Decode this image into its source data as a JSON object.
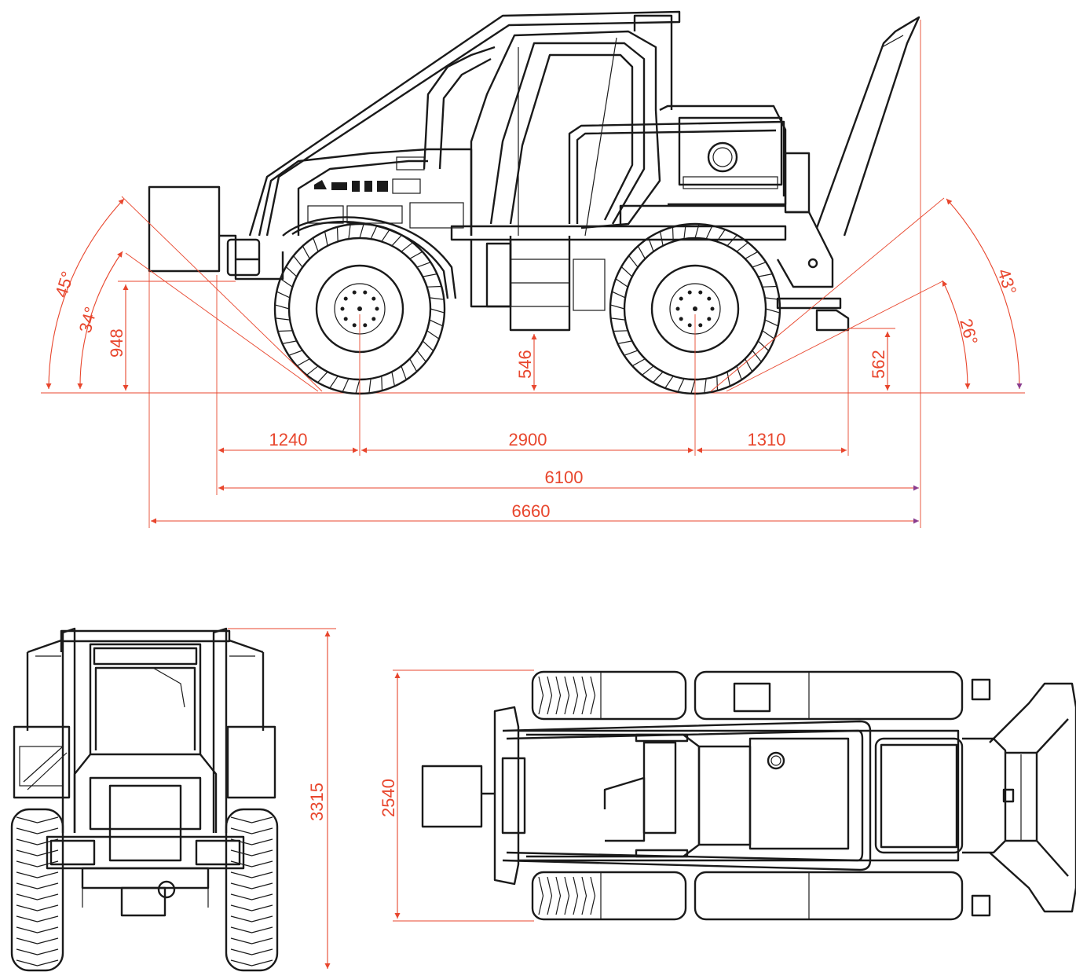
{
  "side_view": {
    "dimensions": {
      "front_overhang": "1240",
      "wheelbase": "2900",
      "rear_overhang": "1310",
      "length_without_blade": "6100",
      "total_length": "6660",
      "front_height": "948",
      "ground_clearance": "546",
      "rear_height": "562"
    },
    "angles": {
      "front_outer": "45°",
      "front_inner": "34°",
      "rear_outer": "43°",
      "rear_inner": "26°"
    }
  },
  "front_view": {
    "dimensions": {
      "total_height": "3315"
    }
  },
  "top_view": {
    "dimensions": {
      "total_width": "2540"
    }
  },
  "colors": {
    "dimension": "#e8462d",
    "dimension_arrow_alt": "#8a3d8f",
    "line_art": "#1a1a1a"
  }
}
